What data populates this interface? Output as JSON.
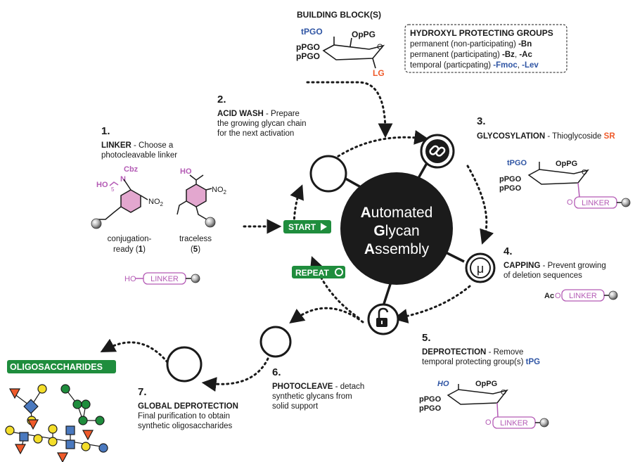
{
  "colors": {
    "blue": "#2f55a4",
    "red": "#ef5a2a",
    "magenta": "#b45bb5",
    "green": "#1f8d3d",
    "ring_fill": "#e3a7cf",
    "hub": "#1b1b1b",
    "sugar_blue": "#4a79bf",
    "sugar_yellow": "#f4de2a",
    "sugar_green": "#1f8d3d"
  },
  "building_block": {
    "title": "BUILDING BLOCK(S)",
    "tpgo": "tPGO",
    "opg": "OpPG",
    "ppgo1": "pPGO",
    "ppgo2": "pPGO",
    "o": "O",
    "lg": "LG"
  },
  "protecting_groups": {
    "title": "HYDROXYL PROTECTING GROUPS",
    "row1_text": "permanent (non-participating)",
    "row1_group": "-Bn",
    "row2_text": "permanent (participating)",
    "row2_group1": "-Bz",
    "row2_sep": ",",
    "row2_group2": "-Ac",
    "row3_text": "temporal (particpating)",
    "row3_group1": "-Fmoc",
    "row3_sep": ",",
    "row3_group2": "-Lev"
  },
  "hub": {
    "line1_cap": "A",
    "line1_rest": "utomated",
    "line2_cap": "G",
    "line2_rest": "lycan",
    "line3_cap": "A",
    "line3_rest": "ssembly"
  },
  "steps": {
    "s1": {
      "number": "1.",
      "title": "LINKER",
      "desc1": " - Choose a",
      "desc2": "photocleavable linker"
    },
    "s2": {
      "number": "2.",
      "title": "ACID WASH",
      "desc1": " - Prepare",
      "desc2": "the growing glycan chain",
      "desc3": "for the next activation"
    },
    "s3": {
      "number": "3.",
      "title": "GLYCOSYLATION",
      "desc1": " - Thioglycoside ",
      "sr": "SR"
    },
    "s4": {
      "number": "4.",
      "title": "CAPPING",
      "desc1": " - Prevent growing",
      "desc2": "of deletion sequences"
    },
    "s5": {
      "number": "5.",
      "title": "DEPROTECTION",
      "desc1": " - Remove",
      "desc2": "temporal protecting group(s) ",
      "tpg": "tPG"
    },
    "s6": {
      "number": "6.",
      "title": "PHOTOCLEAVE",
      "desc1": " - detach",
      "desc2": "synthetic glycans from",
      "desc3": "solid support"
    },
    "s7": {
      "number": "7.",
      "title": "GLOBAL DEPROTECTION",
      "desc1": "Final purification to obtain",
      "desc2": "synthetic oligosaccharides"
    }
  },
  "linker": {
    "cbz": "Cbz",
    "n": "N",
    "ho": "HO",
    "sub5": "5",
    "no2a": "NO",
    "no2a_sub": "2",
    "ho2": "HO",
    "no2b": "NO",
    "no2b_sub": "2",
    "label1a": "conjugation-",
    "label1b": "ready (",
    "label1num": "1",
    "label1c": ")",
    "label2a": "traceless",
    "label2b": "(",
    "label2num": "5",
    "label2c": ")",
    "ho_linker_prefix": "HO",
    "linker_label": "LINKER"
  },
  "intermediates": {
    "glyco": {
      "tpgo": "tPGO",
      "opg": "OpPG",
      "ppgo1": "pPGO",
      "ppgo2": "pPGO",
      "o": "O",
      "o2": "O",
      "linker": "LINKER"
    },
    "capping": {
      "prefix": "Ac",
      "o": "O",
      "linker": "LINKER"
    },
    "deprot": {
      "ho": "HO",
      "opg": "OpPG",
      "ppgo1": "pPGO",
      "ppgo2": "pPGO",
      "o": "O",
      "o2": "O",
      "linker": "LINKER"
    }
  },
  "badges": {
    "start": "START",
    "repeat": "REPEAT",
    "oligosaccharides": "OLIGOSACCHARIDES"
  },
  "icons": {
    "step2": "empty-circle",
    "step3": "link-icon",
    "step4": "mu-icon",
    "step5": "unlock-icon",
    "step6": "empty-circle",
    "step7": "empty-circle"
  }
}
